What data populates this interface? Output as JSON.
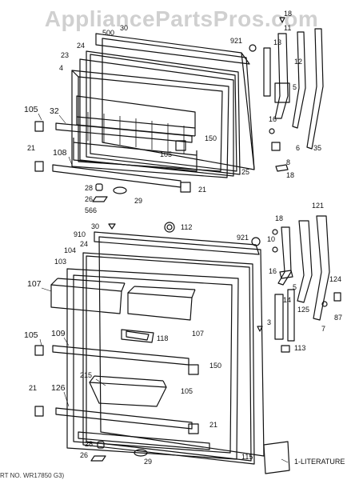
{
  "watermark": "AppliancePartsPros.com",
  "footer_text": "RT NO. WR17850 G3)",
  "callouts": {
    "c18": "18",
    "c11": "11",
    "c30": "30",
    "c500": "500",
    "c24": "24",
    "c921": "921",
    "c13": "13",
    "c12": "12",
    "c23": "23",
    "c4": "4",
    "c5": "5",
    "c105": "105",
    "c32": "32",
    "c16": "16",
    "c21": "21",
    "c108": "108",
    "c150": "150",
    "c8": "8",
    "c6": "6",
    "c35": "35",
    "c25": "25",
    "c28": "28",
    "c26": "26",
    "c566": "566",
    "c29": "29",
    "c112": "112",
    "c910": "910",
    "c10": "10",
    "c121": "121",
    "c104": "104",
    "c103": "103",
    "c107": "107",
    "c124": "124",
    "c14": "14",
    "c125": "125",
    "c3": "3",
    "c7": "7",
    "c87": "87",
    "c109": "109",
    "c118": "118",
    "c113": "113",
    "c215": "215",
    "c126": "126",
    "c115": "115",
    "literature": "1-LITERATURE"
  }
}
